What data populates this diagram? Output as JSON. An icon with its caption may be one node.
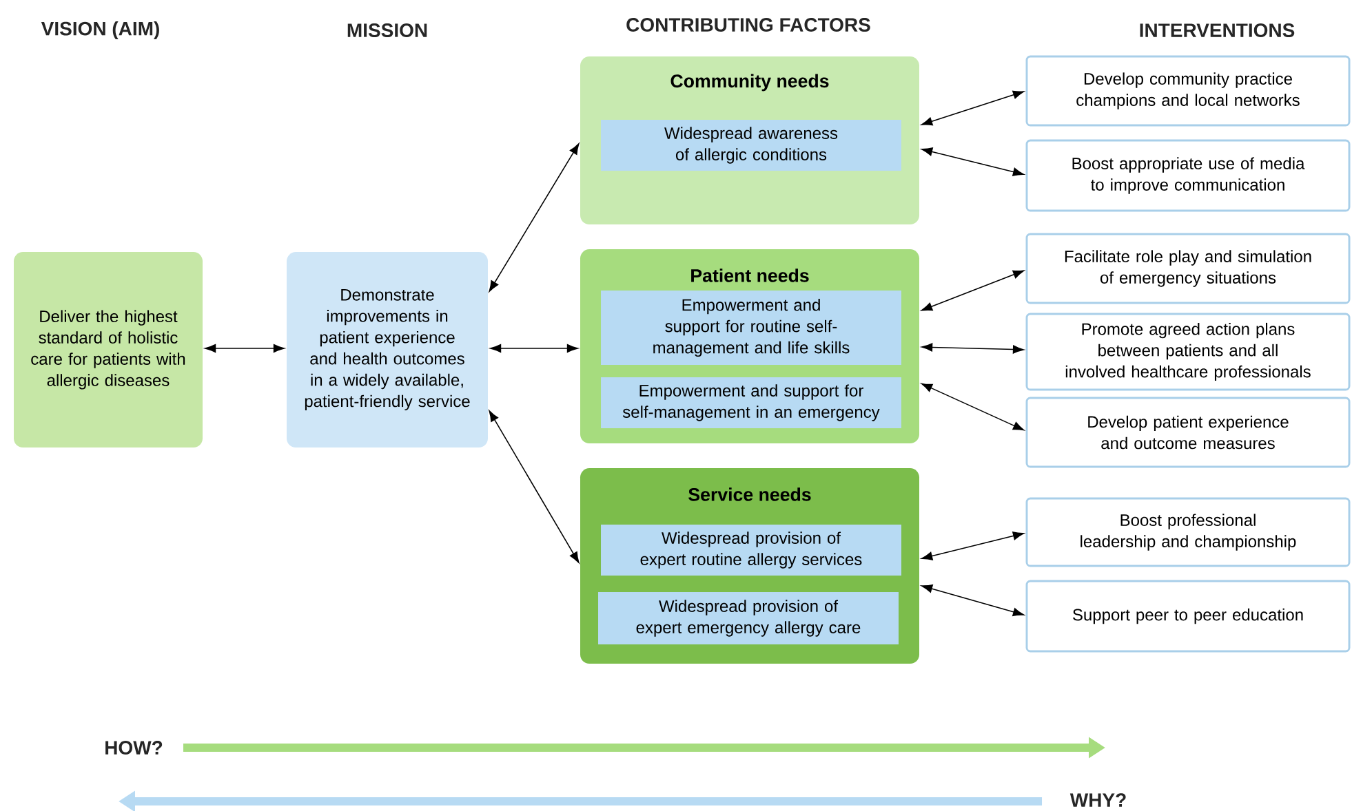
{
  "diagram": {
    "nodes": [
      {
        "text": [
          "Deliver the highest standard of holistic care for patients with allergic diseases"
        ]
      },
      {
        "text": [
          "Demonstrate improvements in patient experience and health outcomes in a widely available, patient-friendly service"
        ]
      },
      {
        "text": [
          "Community needs"
        ]
      },
      {
        "text": [
          "Widespread awareness of allergic conditions"
        ],
        "in": 2
      },
      {
        "text": [
          "Patient needs"
        ]
      },
      {
        "text": [
          "Empowerment and support for routine self-management and life skills"
        ],
        "in": 4
      },
      {
        "text": [
          "Empowerment and support for self-management in an emergency"
        ],
        "in": 4
      },
      {
        "text": [
          "Service needs"
        ]
      },
      {
        "text": [
          "Widespread provision of expert routine allergy services"
        ],
        "in": 7
      },
      {
        "text": [
          "Widespread provision of expert emergency allergy care"
        ],
        "in": 7
      },
      {
        "text": [
          "Develop community practice champions and local networks"
        ]
      },
      {
        "text": [
          "Boost appropriate use of media to improve communication"
        ]
      },
      {
        "text": [
          "Facilitate role play and simulation of emergency situations"
        ]
      },
      {
        "text": [
          "Promote agreed action plans between patients and all involved healthcare professionals"
        ]
      },
      {
        "text": [
          "Develop patient experience and outcome measures"
        ]
      },
      {
        "text": [
          "Boost professional leadership and championship"
        ]
      },
      {
        "text": [
          "Support peer to peer education"
        ]
      }
    ],
    "edges": [
      {
        "from": 0,
        "to": 1,
        "arrow": "both"
      },
      {
        "from": 1,
        "to": 2,
        "arrow": "both"
      },
      {
        "from": 1,
        "to": 4,
        "arrow": "both"
      },
      {
        "from": 1,
        "to": 7,
        "arrow": "both"
      },
      {
        "from": 2,
        "to": 10,
        "arrow": "both"
      },
      {
        "from": 2,
        "to": 11,
        "arrow": "both"
      },
      {
        "from": 4,
        "to": 12,
        "arrow": "both"
      },
      {
        "from": 4,
        "to": 13,
        "arrow": "both"
      },
      {
        "from": 4,
        "to": 14,
        "arrow": "both"
      },
      {
        "from": 7,
        "to": 15,
        "arrow": "both"
      },
      {
        "from": 7,
        "to": 16,
        "arrow": "both"
      }
    ],
    "labels": [
      "VISION (AIM)",
      "MISSION",
      "CONTRIBUTING FACTORS",
      "INTERVENTIONS",
      "HOW?",
      "WHY?"
    ]
  }
}
